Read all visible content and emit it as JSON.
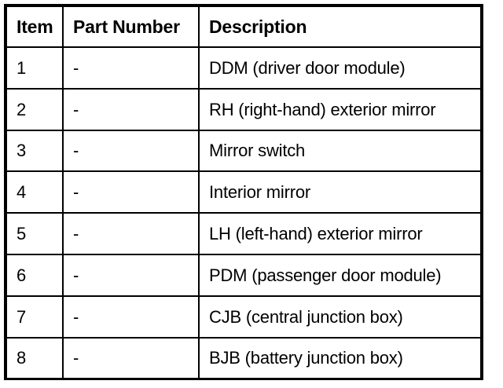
{
  "table": {
    "columns": [
      {
        "key": "item",
        "label": "Item",
        "align": "left"
      },
      {
        "key": "part_number",
        "label": "Part Number",
        "align": "left"
      },
      {
        "key": "description",
        "label": "Description",
        "align": "center"
      }
    ],
    "rows": [
      {
        "item": "1",
        "part_number": "-",
        "description": "DDM (driver door module)"
      },
      {
        "item": "2",
        "part_number": "-",
        "description": "RH (right-hand) exterior mirror"
      },
      {
        "item": "3",
        "part_number": "-",
        "description": "Mirror switch"
      },
      {
        "item": "4",
        "part_number": "-",
        "description": "Interior mirror"
      },
      {
        "item": "5",
        "part_number": "-",
        "description": "LH (left-hand) exterior mirror"
      },
      {
        "item": "6",
        "part_number": "-",
        "description": "PDM (passenger door module)"
      },
      {
        "item": "7",
        "part_number": "-",
        "description": "CJB (central junction box)"
      },
      {
        "item": "8",
        "part_number": "-",
        "description": "BJB (battery junction box)"
      }
    ]
  },
  "style": {
    "background_color": "#ffffff",
    "text_color": "#000000",
    "border_color": "#000000"
  }
}
